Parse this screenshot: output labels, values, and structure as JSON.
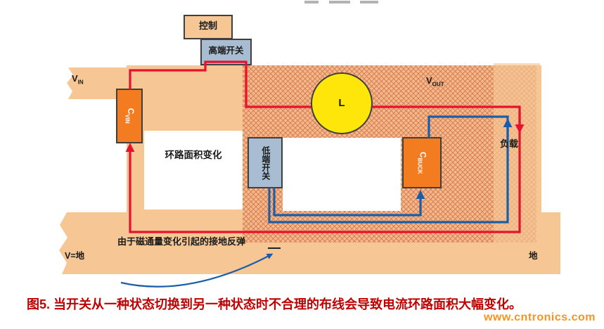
{
  "colors": {
    "plane_tan": "#f6c795",
    "hatch_tan": "#f2ba85",
    "hatch_line": "#cc5547",
    "switch_blue": "#a9bdd2",
    "cap_orange": "#f47c20",
    "inductor_yellow": "#ffe60a",
    "wire_red": "#e8112d",
    "wire_blue": "#1b5ea8",
    "box_border": "#3f3f3f",
    "caption_red": "#c00000",
    "watermark_orange": "#f79420",
    "label_dark": "#1a1a1a"
  },
  "diagram": {
    "control_label": "控制",
    "high_side_switch_label": "高端开关",
    "low_side_switch_label": "低端开关",
    "cvin_main": "C",
    "cvin_sub": "VIN",
    "cbuck_main": "C",
    "cbuck_sub": "BUCK",
    "inductor_label": "L",
    "vin_main": "V",
    "vin_sub": "IN",
    "vout_main": "V",
    "vout_sub": "OUT",
    "load_label": "负载",
    "loop_area_label": "环路面积变化",
    "ground_bounce_label": "由于磁通量变化引起的接地反弹",
    "v_ground_label": "V=地",
    "ground_label": "地"
  },
  "caption": "图5. 当开关从一种状态切换到另一种状态时不合理的布线会导致电流环路面积大幅变化。",
  "watermark": "www.cntronics.com"
}
